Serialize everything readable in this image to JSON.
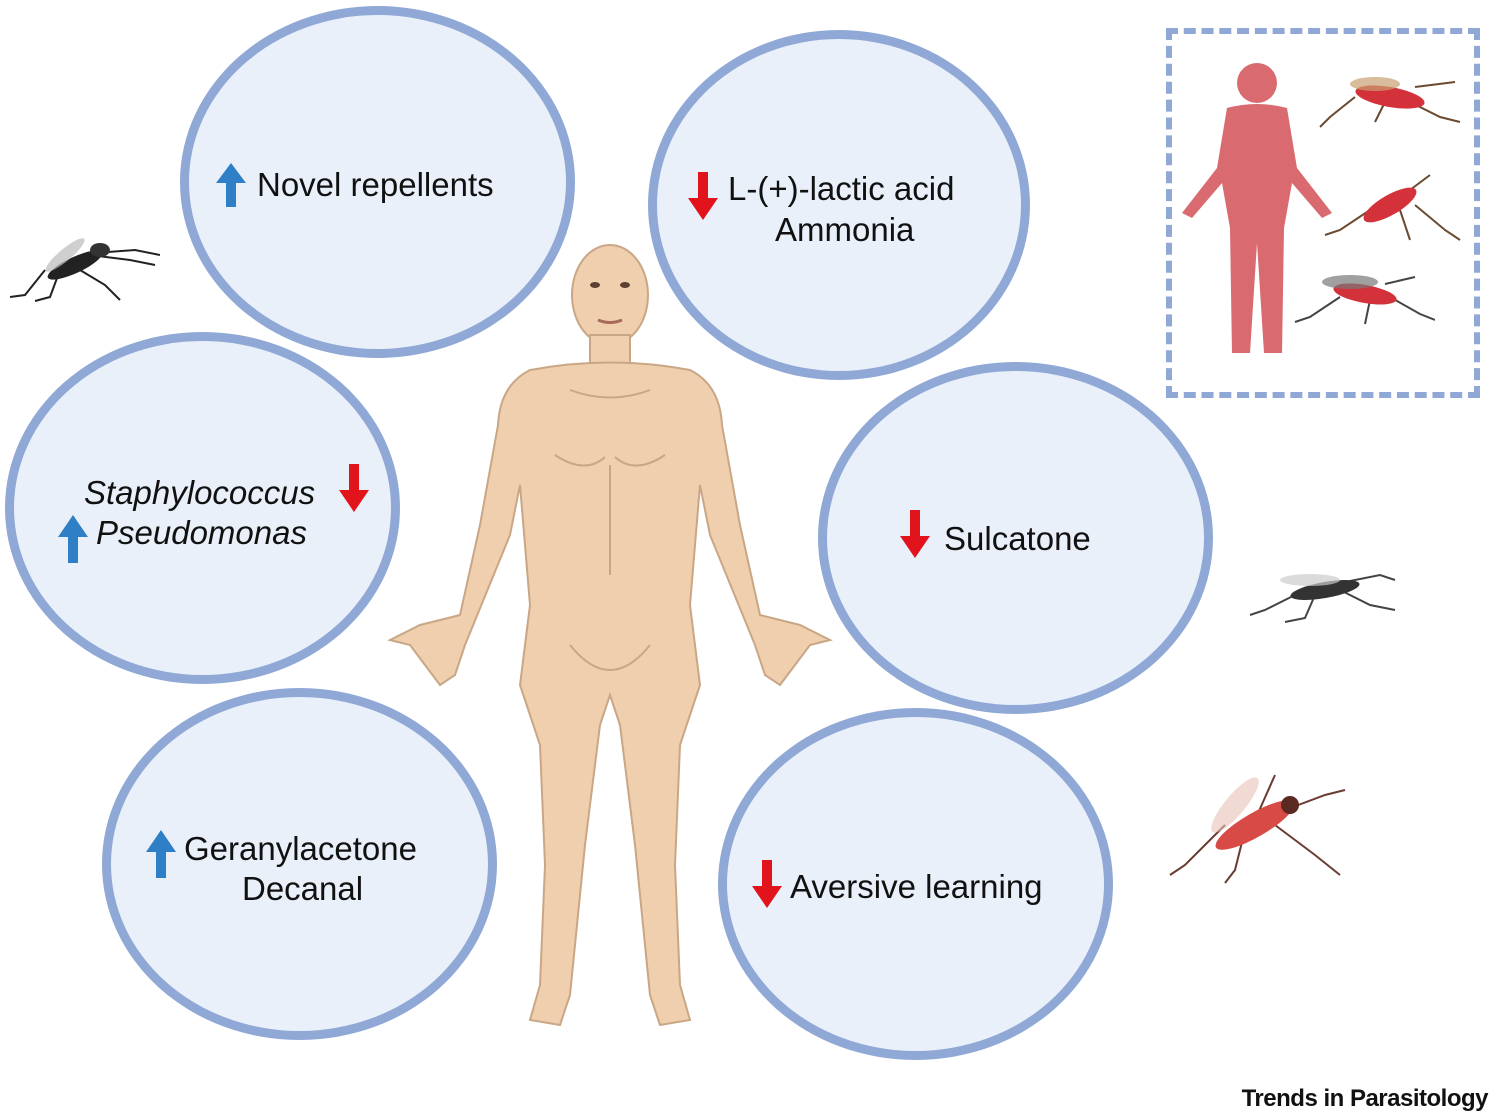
{
  "nodes": {
    "novel_repellents": {
      "label": "Novel repellents",
      "direction": "up"
    },
    "lactic_ammonia": {
      "line1": "L-(+)-lactic acid",
      "line2": "Ammonia",
      "direction": "down"
    },
    "bacteria": {
      "line1": "Staphylococcus",
      "line2": "Pseudomonas",
      "line1_direction": "down",
      "line2_direction": "up"
    },
    "sulcatone": {
      "label": "Sulcatone",
      "direction": "down"
    },
    "geranyl_decanal": {
      "line1": "Geranylacetone",
      "line2": "Decanal",
      "direction": "up"
    },
    "aversive": {
      "label": "Aversive learning",
      "direction": "down"
    }
  },
  "colors": {
    "up_arrow": "#2f7fc7",
    "down_arrow": "#e2141b",
    "bubble_border": "#8fa8d6",
    "bubble_fill": "#e9f0fa",
    "skin": "#efcfae",
    "inset_figure": "#d96a70"
  },
  "footer": {
    "text": "Trends in Parasitology"
  }
}
